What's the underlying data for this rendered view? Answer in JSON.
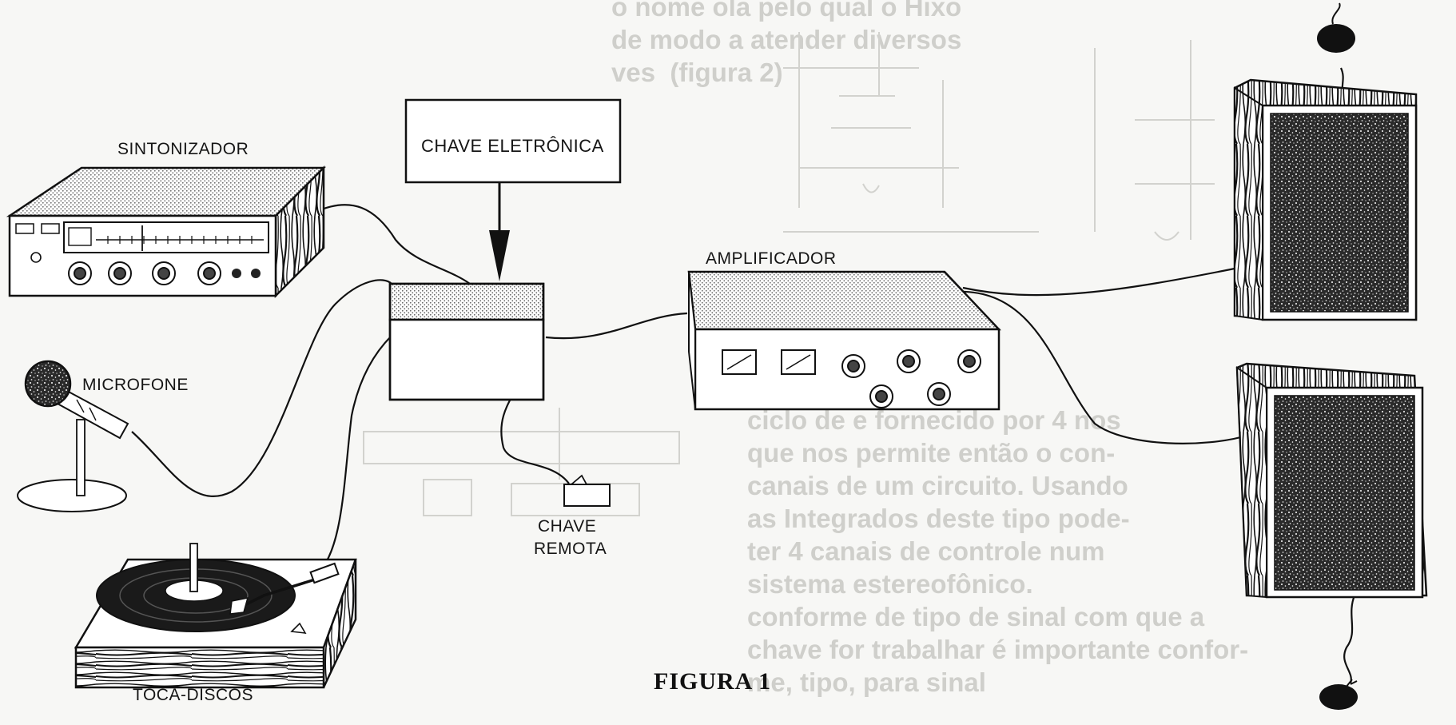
{
  "figure": {
    "title": "FIGURA 1",
    "labels": {
      "tuner": "SINTONIZADOR",
      "electronic_switch": "CHAVE ELETRÔNICA",
      "amplifier": "AMPLIFICADOR",
      "microphone": "MICROFONE",
      "remote_switch_line1": "CHAVE",
      "remote_switch_line2": "REMOTA",
      "turntable": "TOCA-DISCOS"
    }
  },
  "bleed_through": {
    "top_text": "o nome ola pelo qual o Hixo\nde modo a atender diversos\nves  (figura 2)",
    "right_text": "ciclo de e fornecido por 4 nos\nque nos permite então o con-\ncanais de um circuito. Usando\nas Integrados deste tipo pode-\nter 4 canais de controle num\nsistema estereofônico.\nconforme de tipo de sinal com que a\nchave for trabalhar é importante confor-\nme, tipo, para sinal"
  }
}
